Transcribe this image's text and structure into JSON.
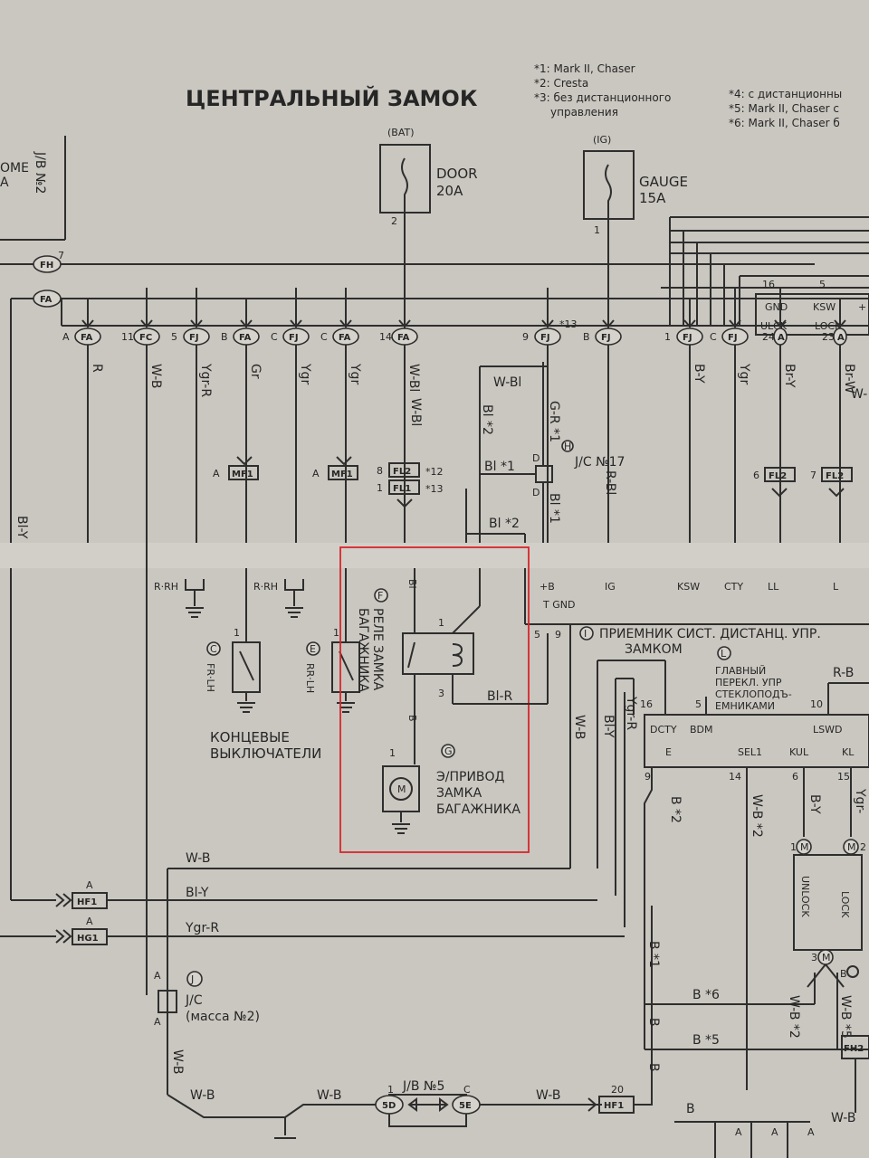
{
  "title": "ЦЕНТРАЛЬНЫЙ ЗАМОК",
  "notes_left": [
    "*1: Mark II, Chaser",
    "*2: Cresta",
    "*3: без дистанционного",
    "управления"
  ],
  "notes_right": [
    "*4: с дистанционны",
    "*5: Mark II, Chaser с",
    "*6: Mark II, Chaser б"
  ],
  "fuses": {
    "bat": {
      "source": "(BAT)",
      "name": "DOOR",
      "rating": "20A",
      "pin": "2"
    },
    "ig": {
      "source": "(IG)",
      "name": "GAUGE",
      "rating": "15A",
      "pin": "1"
    }
  },
  "jb2": {
    "label": "J/B №2",
    "ome": "OME",
    "a": "A",
    "pins": [
      "FH",
      "FA"
    ],
    "pin7": "7"
  },
  "connector_row": [
    {
      "pin": "A",
      "code": "FA",
      "wire": "R"
    },
    {
      "pin": "11",
      "code": "FC",
      "wire": "W-B"
    },
    {
      "pin": "5",
      "code": "FJ",
      "wire": "Ygr-R"
    },
    {
      "pin": "B",
      "code": "FA",
      "wire": "Gr"
    },
    {
      "pin": "C",
      "code": "FJ",
      "wire": "Ygr"
    },
    {
      "pin": "C",
      "code": "FA",
      "wire": "Ygr"
    },
    {
      "pin": "14",
      "code": "FA",
      "wire": "W-Bl"
    },
    {
      "pin": "9",
      "code": "FJ",
      "wire": ""
    },
    {
      "pin": "B",
      "code": "FJ",
      "wire": ""
    },
    {
      "pin": "1",
      "code": "FJ",
      "wire": "B-Y"
    },
    {
      "pin": "C",
      "code": "FJ",
      "wire": "Ygr"
    },
    {
      "pin": "24",
      "code": "A",
      "wire": "Br-Y"
    },
    {
      "pin": "23",
      "code": "A",
      "wire": "Br-W"
    }
  ],
  "mid": {
    "wbl": "W-Bl",
    "wbl2": "W-Bl",
    "bl2": "Bl *2",
    "gr1": "G-R *1",
    "rbl": "R-Bl",
    "bl1": "Bl *1",
    "bl_2b": "Bl *2",
    "bl_1b": "Bl *1",
    "jc17_code": "H",
    "jc17": "J/C №17",
    "d": "D",
    "star13": "*13",
    "w_right": "W-"
  },
  "mf1": [
    {
      "pin": "A",
      "code": "MF1"
    },
    {
      "pin": "A",
      "code": "MF1"
    }
  ],
  "fl": [
    {
      "pin": "8",
      "code": "FL2",
      "note": "*12"
    },
    {
      "pin": "1",
      "code": "FL1",
      "note": "*13"
    },
    {
      "pin": "6",
      "code": "FL2"
    },
    {
      "pin": "7",
      "code": "FL2"
    }
  ],
  "receiver_top": {
    "gnd": "GND",
    "ksw": "KSW",
    "plus": "+",
    "ulck": "ULCK",
    "lock": "LOCK",
    "p16": "16",
    "p5": "5"
  },
  "lower_row": [
    "R·RH",
    "R·RH",
    "+B",
    "IG",
    "KSW",
    "CTY",
    "LL",
    "L"
  ],
  "switches": [
    {
      "code": "C",
      "label": "FR·LH",
      "pin": "1"
    },
    {
      "code": "E",
      "label": "RR·LH",
      "pin": "1"
    }
  ],
  "switches_caption": [
    "КОНЦЕВЫЕ",
    "ВЫКЛЮЧАТЕЛИ"
  ],
  "relay": {
    "code": "F",
    "label1": "РЕЛЕ ЗАМКА",
    "label2": "БАГАЖНИКА",
    "pin1": "1",
    "pin3": "3",
    "bl": "Bl",
    "b": "B",
    "blr": "Bl-R"
  },
  "actuator": {
    "code": "G",
    "pin": "1",
    "label": [
      "Э/ПРИВОД",
      "ЗАМКА",
      "БАГАЖНИКА"
    ]
  },
  "receiver": {
    "code": "I",
    "label1": "ПРИЕМНИК СИСТ. ДИСТАНЦ. УПР.",
    "label2": "ЗАМКОМ",
    "tgnd": "T GND",
    "pins": [
      "5",
      "9"
    ]
  },
  "main_switch": {
    "code": "L",
    "label": [
      "ГЛАВНЫЙ",
      "ПЕРЕКЛ. УПР",
      "СТЕКЛОПОДЪ-",
      "ЕМНИКАМИ"
    ],
    "rb": "R-B",
    "p10": "10"
  },
  "ecu": {
    "top": [
      "DCTY",
      "BDM",
      "LSWD"
    ],
    "bottom": [
      "E",
      "SEL1",
      "KUL",
      "KL"
    ],
    "pins_top": [
      "16",
      "5"
    ],
    "pins_bottom": [
      "9",
      "14",
      "6",
      "15"
    ]
  },
  "ecu_wires": [
    "W-B",
    "Bl-Y",
    "Ygr-R",
    "B *2",
    "W-B *2",
    "B-Y",
    "Ygr-"
  ],
  "motor": {
    "unlock": "UNLOCK",
    "lock": "LOCK",
    "m": "M",
    "p1": "1",
    "p2": "2",
    "p3": "3",
    "b": "B"
  },
  "bottom_wires": {
    "wb": "W-B",
    "bly": "Bl-Y",
    "ygrr": "Ygr-R",
    "wb_v": "W-B",
    "wb_l": "W-B",
    "wb_m": "W-B",
    "wb_r": "W-B",
    "wb_far": "W-B",
    "b1": "B *1",
    "b_a": "B",
    "b_b": "B",
    "b6": "B *6",
    "b5": "B *5",
    "wb2": "W-B *2",
    "wb5": "W-B *5",
    "b_end": "B"
  },
  "hf1": {
    "pin": "A",
    "code": "HF1"
  },
  "hg1": {
    "pin": "A",
    "code": "HG1"
  },
  "jc_ground": {
    "code": "J",
    "label": "J/C",
    "sub": "(масса №2)",
    "a1": "A",
    "a2": "A"
  },
  "jb5": {
    "label": "J/B №5",
    "p1": "1",
    "c": "C",
    "left": "5D",
    "right": "5E"
  },
  "hf1b": {
    "pin": "20",
    "code": "HF1"
  },
  "fh2": "FH2",
  "bottom_a": [
    "A",
    "A",
    "A"
  ]
}
